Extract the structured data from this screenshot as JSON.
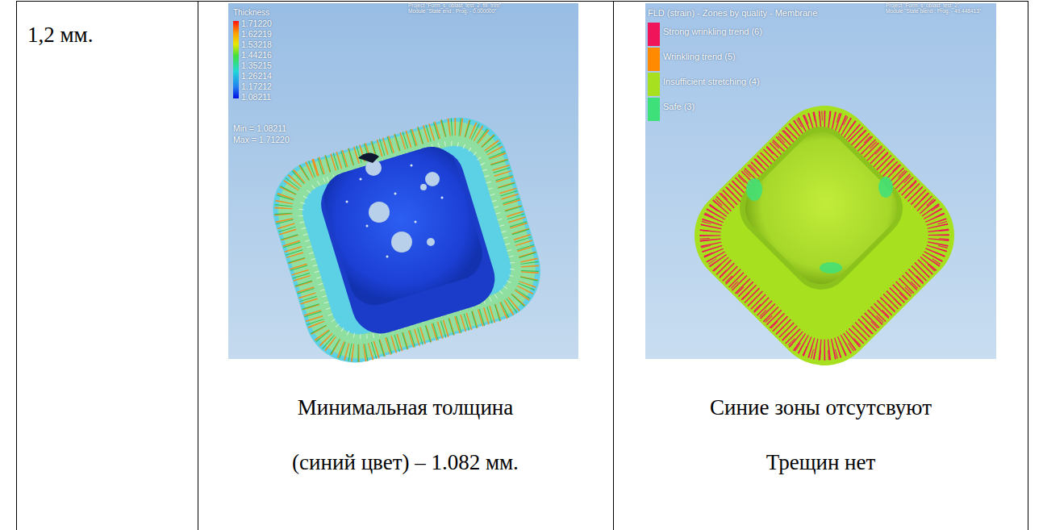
{
  "diagram": {
    "nodes": [
      {
        "text": [
          "1,2 мм."
        ]
      },
      {
        "text": [
          "Минимальная толщина (синий цвет) – 1.082 мм."
        ]
      },
      {
        "text": [
          "Синие зоны отсутсвуют",
          "Трещин нет"
        ]
      }
    ],
    "labels": [
      "Project \"Form_s_oblast_test_2_fill_trim\"",
      "Module \"State end : Prog. - 0.000000\"",
      "Thickness",
      "1.71220",
      "1.62219",
      "1.53218",
      "1.44216",
      "1.35215",
      "1.26214",
      "1.17212",
      "1.08211",
      "Min = 1.08211",
      "Max = 1.71220",
      "FLD (strain) - Zones by quality - Membrane",
      "Project \"Form_s_oblast_test_2\"",
      "Module \"State blend : Prog. - 49.448413\""
    ],
    "legend": [
      {
        "text": "Strong wrinkling trend (6)",
        "color": "#f0145a"
      },
      {
        "text": "Wrinkling trend (5)",
        "color": "#ff8a00"
      },
      {
        "text": "Insufficient stretching (4)",
        "color": "#a6e01e"
      },
      {
        "text": "Safe (3)",
        "color": "#3ee07a"
      }
    ]
  }
}
